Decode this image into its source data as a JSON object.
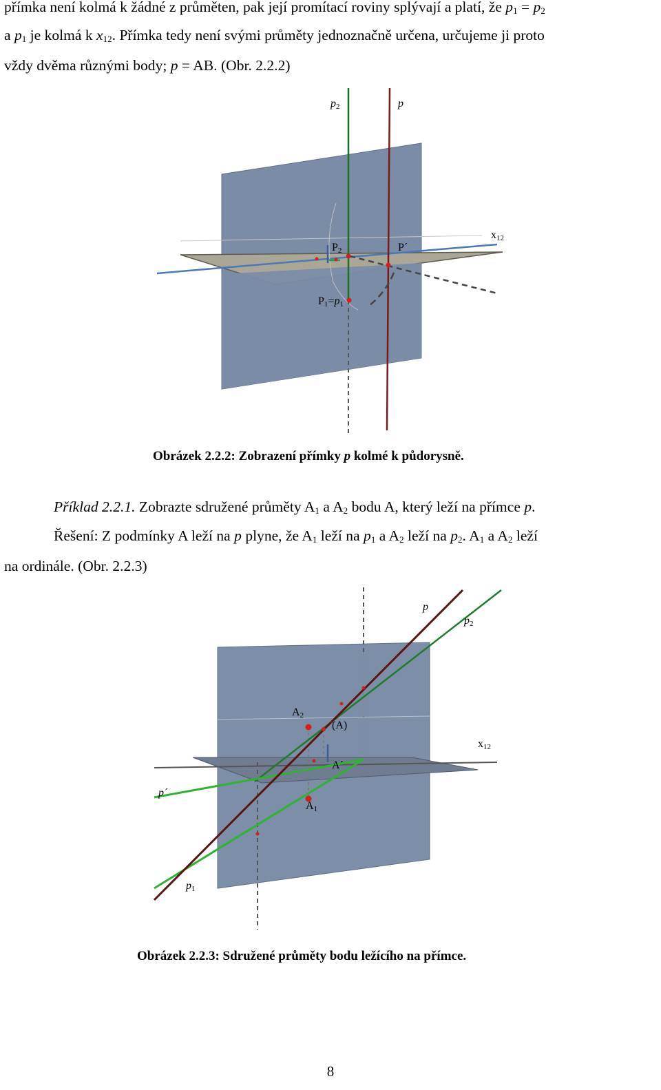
{
  "paragraph1": {
    "line1": {
      "t1": "přímka není kolmá k žádné z průměten, pak její promítací roviny splývají a platí, že ",
      "p": "p",
      "sub1": "1",
      "t2": " = ",
      "p2": "p",
      "sub2": "2"
    },
    "line2": {
      "t1": "a ",
      "p": "p",
      "sub1": "1",
      "t2": " je kolmá k ",
      "x": "x",
      "sub2": "12",
      "t3": ". Přímka tedy není svými průměty jednoznačně určena, určujeme ji proto"
    },
    "line3": {
      "t1": "vždy dvěma různými body; ",
      "p": "p",
      "t2": " = AB. (Obr. 2.2.2)"
    }
  },
  "figure1": {
    "labels": {
      "p2": "p",
      "p2_sub": "2",
      "p": "p",
      "x12": "x",
      "x12_sub": "12",
      "P2": "P",
      "P2_sub": "2",
      "P_prime": "P´",
      "P1": "P",
      "P1_sub": "1",
      "P1_eq": "=",
      "P1_p": "p",
      "P1_p_sub": "1"
    },
    "colors": {
      "vertical_plane": "#7b8ca6",
      "horizontal_plane": "#a9a695",
      "axis": "#4a78b8",
      "line_p": "#7a1a1a",
      "line_p2": "#1f6e2a",
      "dashed": "#444444",
      "point": "#d02020"
    },
    "caption": {
      "t1": "Obrázek 2.2.2: Zobrazení přímky ",
      "p": "p",
      "t2": " kolmé k půdorysně."
    }
  },
  "example": {
    "label": "Příklad 2.2.1.",
    "t1": " Zobrazte sdružené průměty A",
    "sub1": "1",
    "t2": " a A",
    "sub2": "2",
    "t3": " bodu A, který leží na přímce ",
    "p": "p",
    "t4": "."
  },
  "solution": {
    "line1": {
      "t1": "Řešení: Z podmínky A leží na ",
      "p": "p",
      "t2": " plyne, že A",
      "s1": "1",
      "t3": " leží na ",
      "p_a": "p",
      "s2": "1",
      "t4": " a A",
      "s3": "2",
      "t5": " leží na ",
      "p_b": "p",
      "s4": "2",
      "t6": ". A",
      "s5": "1",
      "t7": " a A",
      "s6": "2",
      "t8": " leží"
    },
    "line2": "na ordinále. (Obr. 2.2.3)"
  },
  "figure2": {
    "labels": {
      "p": "p",
      "p2": "p",
      "p2_sub": "2",
      "A2": "A",
      "A2_sub": "2",
      "A_paren": "(A)",
      "x12": "x",
      "x12_sub": "12",
      "A_prime": "A´",
      "p_prime": "p´",
      "A1": "A",
      "A1_sub": "1",
      "p1": "p",
      "p1_sub": "1"
    },
    "colors": {
      "vertical_plane": "#7d8ea8",
      "horizontal_plane": "#6e7b90",
      "axis": "#5a5a5a",
      "line_p": "#5a1414",
      "line_p2": "#1f7a2a",
      "line_green": "#2fb42f",
      "point": "#d02020"
    },
    "caption": "Obrázek 2.2.3: Sdružené průměty bodu ležícího na přímce."
  },
  "page_number": "8"
}
